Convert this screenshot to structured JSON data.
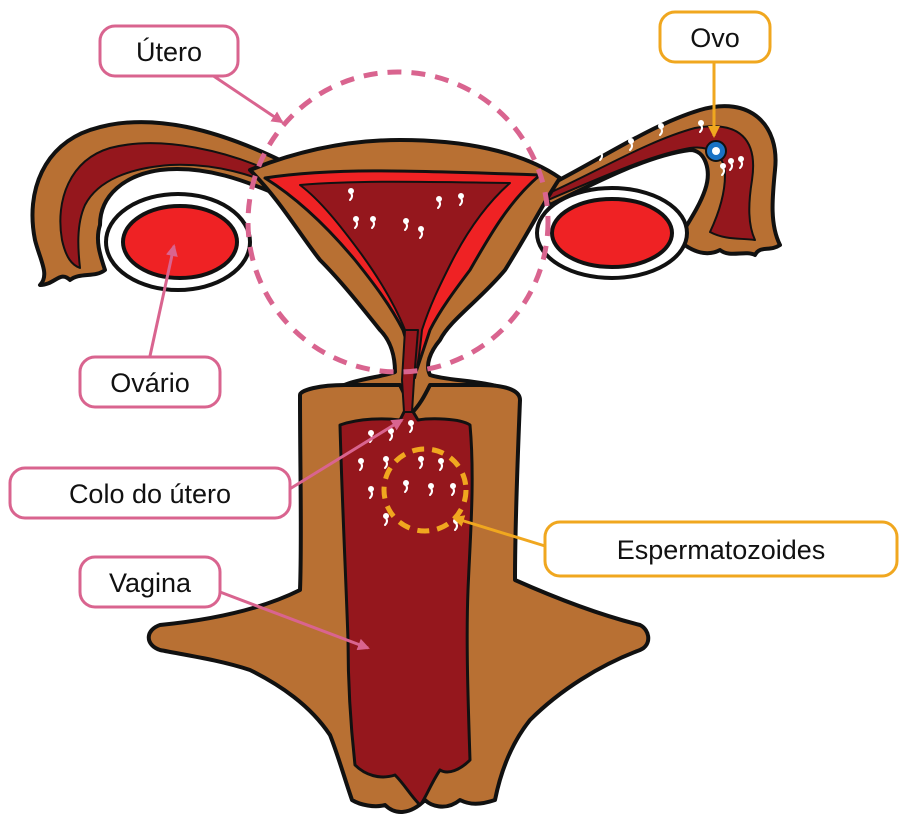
{
  "labels": {
    "utero": "Útero",
    "ovo": "Ovo",
    "ovario": "Ovário",
    "colo": "Colo do útero",
    "vagina": "Vagina",
    "espermatozoides": "Espermatozoides"
  },
  "colors": {
    "pink_accent": "#d9648f",
    "orange_accent": "#f0a71f",
    "tissue_brown": "#b87033",
    "dark_red": "#95171d",
    "bright_red": "#ef2224",
    "outline": "#111111",
    "egg_blue": "#1a73c5"
  }
}
